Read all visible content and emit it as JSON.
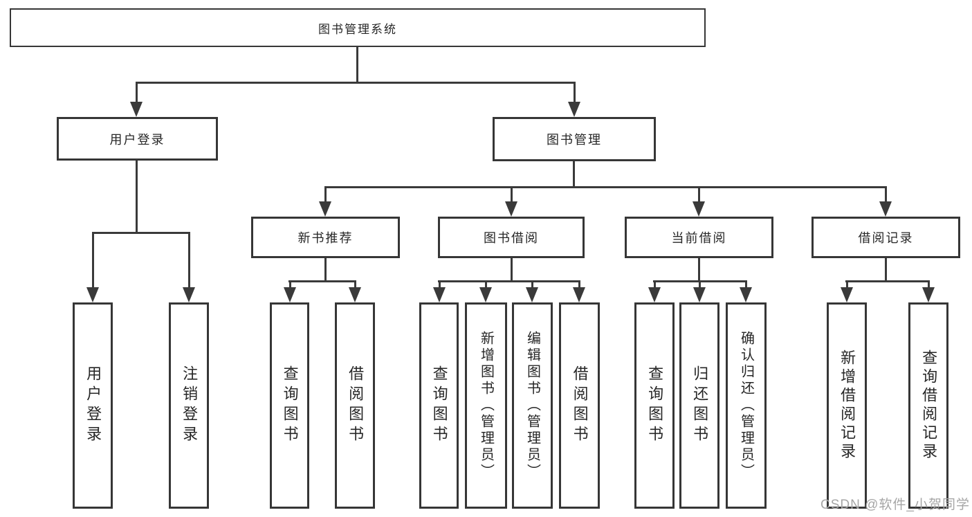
{
  "colors": {
    "line": "#3a3a3a",
    "box_border": "#363636",
    "text": "#262626",
    "watermark": "#a6a6a6",
    "background": "#ffffff"
  },
  "root": {
    "label": "图书管理系统"
  },
  "login_branch": {
    "label": "用户登录",
    "children": [
      {
        "label": "用户登录"
      },
      {
        "label": "注销登录"
      }
    ]
  },
  "management_branch": {
    "label": "图书管理",
    "groups": [
      {
        "label": "新书推荐",
        "children": [
          {
            "label": "查询图书"
          },
          {
            "label": "借阅图书"
          }
        ]
      },
      {
        "label": "图书借阅",
        "children": [
          {
            "label": "查询图书"
          },
          {
            "label": "新增图书（管理员）"
          },
          {
            "label": "编辑图书（管理员）"
          },
          {
            "label": "借阅图书"
          }
        ]
      },
      {
        "label": "当前借阅",
        "children": [
          {
            "label": "查询图书"
          },
          {
            "label": "归还图书"
          },
          {
            "label": "确认归还（管理员）"
          }
        ]
      },
      {
        "label": "借阅记录",
        "children": [
          {
            "label": "新增借阅记录"
          },
          {
            "label": "查询借阅记录"
          }
        ]
      }
    ]
  },
  "watermark": "CSDN @软件_小贺同学"
}
